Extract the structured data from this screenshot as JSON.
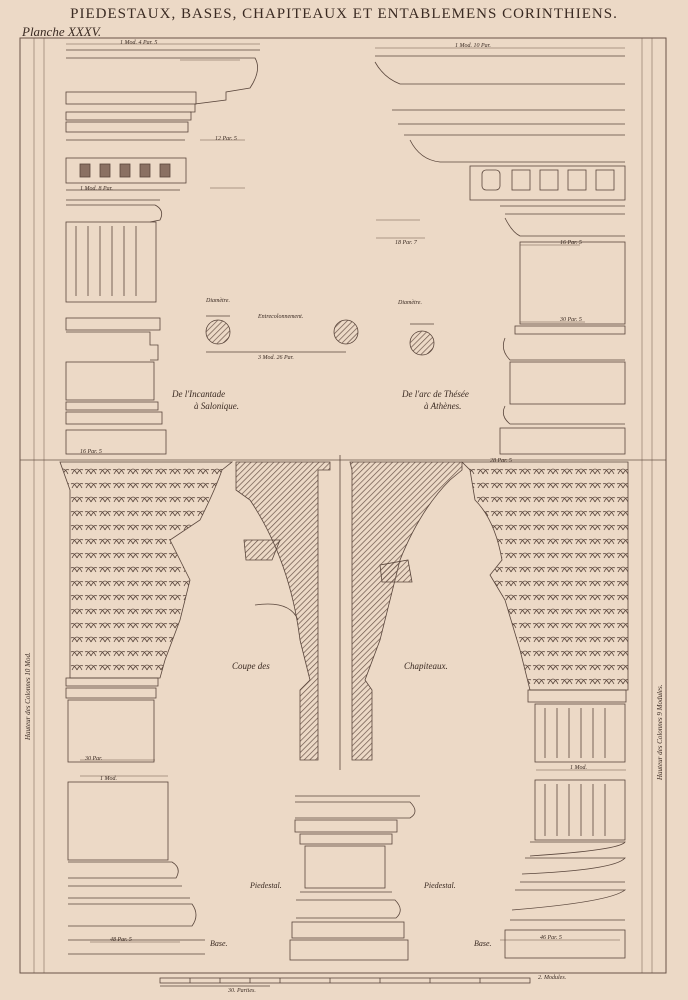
{
  "plate": {
    "title": "PIEDESTAUX, BASES, CHAPITEAUX ET ENTABLEMENS CORINTHIENS.",
    "number": "Planche XXXV."
  },
  "captions": {
    "left_source": "De l'Incantade",
    "left_place": "à Salonique.",
    "right_source": "De l'arc de Thésée",
    "right_place": "à Athènes.",
    "section_left": "Coupe des",
    "section_right": "Chapiteaux.",
    "intercolumniation": "Entrecolonnement.",
    "diameter_left": "Diamètre.",
    "diameter_right": "Diamètre.",
    "intercol_dim": "3 Mod. 26 Par.",
    "pedestal_left": "Piedestal.",
    "pedestal_right": "Piedestal.",
    "base_left": "Base.",
    "base_right": "Base.",
    "column_height_left": "Hauteur des Colonnes 10 Mod.",
    "column_height_right": "Hauteur des Colonnes 9 Modules.",
    "scale_left": "30. Parties.",
    "scale_right": "2. Modules."
  },
  "dimensions": {
    "top_left": "1 Mod. 4 Par. 5",
    "top_right": "1 Mod. 10 Par.",
    "left_entab": "12 Par. 5",
    "left_frieze": "1 Mod. 8 Par.",
    "left_pedestal": "16 Par. 5",
    "right_entab": "18 Par. 7",
    "right_frieze": "16 Par. 5",
    "right_capital": "30 Par. 5",
    "abacus_left": "30 Par.",
    "abacus_right": "28 Par. 5",
    "lower_left": "1 Mod.",
    "lower_right": "1 Mod.",
    "plinth_left": "48 Par. 5",
    "plinth_right": "46 Par. 5"
  }
}
